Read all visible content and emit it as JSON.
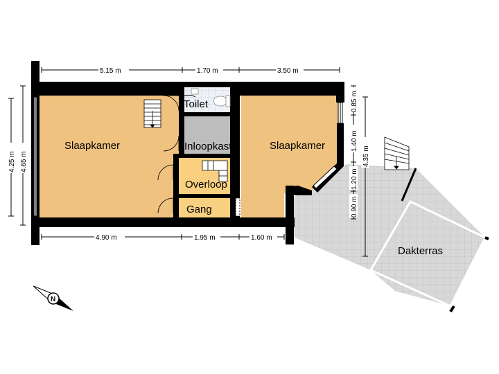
{
  "rooms": {
    "slaapkamer_left": "Slaapkamer",
    "slaapkamer_right": "Slaapkamer",
    "toilet": "Toilet",
    "inloopkast": "Inloopkast",
    "overloop": "Overloop",
    "gang": "Gang",
    "dakterras": "Dakterras"
  },
  "dimensions": {
    "top": [
      "5.15 m",
      "1.70 m",
      "3.50 m"
    ],
    "bottom": [
      "4.90 m",
      "1.95 m",
      "1.60 m"
    ],
    "left_outer": "4.25 m",
    "left_inner": "4.65 m",
    "right_segments": [
      "0.85 m",
      "1.40 m",
      "1.20 m",
      "0.90 m"
    ],
    "right_total": "4.35 m"
  },
  "compass": {
    "letter": "N"
  },
  "colors": {
    "room_fill": "#EFC27F",
    "landing_fill": "#F8D080",
    "storage_fill": "#BDBDBD",
    "toilet_fill": "#E8EEF5",
    "terrace_fill": "#D6D6D6",
    "wall": "#000000"
  }
}
